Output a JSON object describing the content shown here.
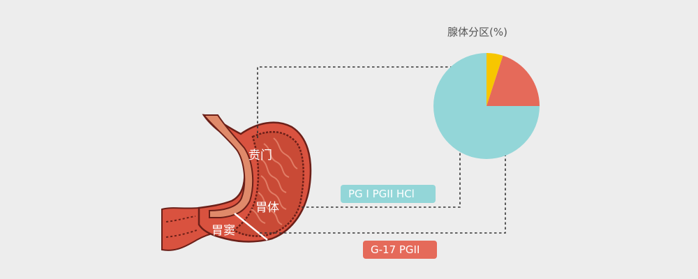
{
  "pie": {
    "title": "腺体分区(%)",
    "chart_data": {
      "type": "pie",
      "slices": [
        {
          "label": "",
          "value": 75,
          "color": "#93d6d8"
        },
        {
          "label": "",
          "value": 20,
          "color": "#e56a5a"
        },
        {
          "label": "",
          "value": 5,
          "color": "#f7c600"
        }
      ]
    }
  },
  "stomach": {
    "labels": {
      "cardia": "贲门",
      "body": "胃体",
      "antrum": "胃窦"
    }
  },
  "tags": {
    "teal": {
      "text": "PG I   PGII  HCl",
      "color": "#93d6d8"
    },
    "red": {
      "text": "G-17   PGII",
      "color": "#e56a5a"
    }
  },
  "colors": {
    "background": "#ededed",
    "stomach_outer": "#d9523f",
    "stomach_dark": "#6b1f18",
    "stomach_inner": "#c94a36",
    "esophagus": "#e08a6a",
    "connector": "#333333"
  }
}
